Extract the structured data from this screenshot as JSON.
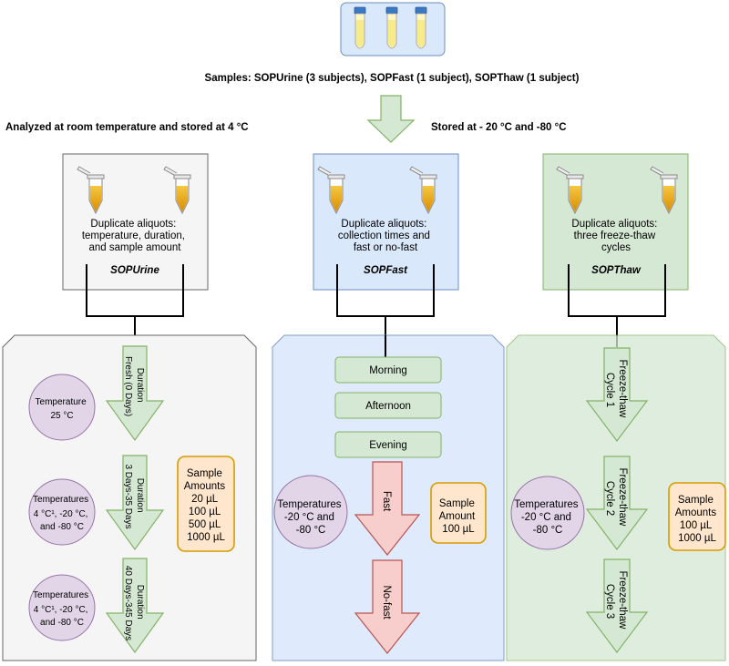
{
  "header": {
    "samples_label": "Samples: SOPUrine (3 subjects), SOPFast (1 subject), SOPThaw (1 subject)",
    "left_heading": "Analyzed at room temperature and stored at 4 °C",
    "right_heading": "Stored at - 20 °C and -80 °C"
  },
  "colors": {
    "grey_fill": "#f5f5f5",
    "blue_fill": "#dae8fc",
    "blue_stroke": "#6c8ebf",
    "green_fill": "#d5e8d4",
    "green_stroke": "#82b366",
    "purple_fill": "#e1d5e7",
    "purple_stroke": "#9673a6",
    "orange_fill": "#ffe6cc",
    "orange_stroke": "#d79b00",
    "red_fill": "#f8cecc",
    "red_stroke": "#b85450"
  },
  "sop_urine": {
    "aliquot_lines": [
      "Duplicate aliquots:",
      "temperature, duration,",
      "and sample amount"
    ],
    "name": "SOPUrine",
    "arrows": [
      {
        "lines": [
          "Duration",
          "Fresh (0 Days)"
        ]
      },
      {
        "lines": [
          "Duration",
          "3 Days-35 Days"
        ]
      },
      {
        "lines": [
          "Duration",
          "40 Days-345 Days"
        ]
      }
    ],
    "circles": [
      {
        "lines": [
          "Temperature",
          "25 °C"
        ]
      },
      {
        "lines": [
          "Temperatures",
          "4 °C¹, -20 °C,",
          "and  -80 °C"
        ]
      },
      {
        "lines": [
          "Temperatures",
          "4 °C¹, -20 °C,",
          "and  -80 °C"
        ]
      }
    ],
    "amounts": [
      "Sample",
      "Amounts",
      "20 µL",
      "100 µL",
      "500 µL",
      "1000 µL"
    ]
  },
  "sop_fast": {
    "aliquot_lines": [
      "Duplicate aliquots:",
      "collection times and",
      "fast or no-fast"
    ],
    "name": "SOPFast",
    "times": [
      "Morning",
      "Afternoon",
      "Evening"
    ],
    "arrows": [
      "Fast",
      "No-fast"
    ],
    "circle_lines": [
      "Temperatures",
      "-20 °C and",
      "-80 °C"
    ],
    "amounts": [
      "Sample",
      "Amount",
      "100 µL"
    ]
  },
  "sop_thaw": {
    "aliquot_lines": [
      "Duplicate aliquots:",
      "three freeze-thaw",
      "cycles"
    ],
    "name": "SOPThaw",
    "arrows": [
      {
        "lines": [
          "Freeze-thaw",
          "Cycle 1"
        ]
      },
      {
        "lines": [
          "Freeze-thaw",
          "Cycle 2"
        ]
      },
      {
        "lines": [
          "Freeze-thaw",
          "Cycle 3"
        ]
      }
    ],
    "circle_lines": [
      "Temperatures",
      "-20 °C and",
      "-80 °C"
    ],
    "amounts": [
      "Sample",
      "Amounts",
      "100 µL",
      "1000 µL"
    ]
  }
}
